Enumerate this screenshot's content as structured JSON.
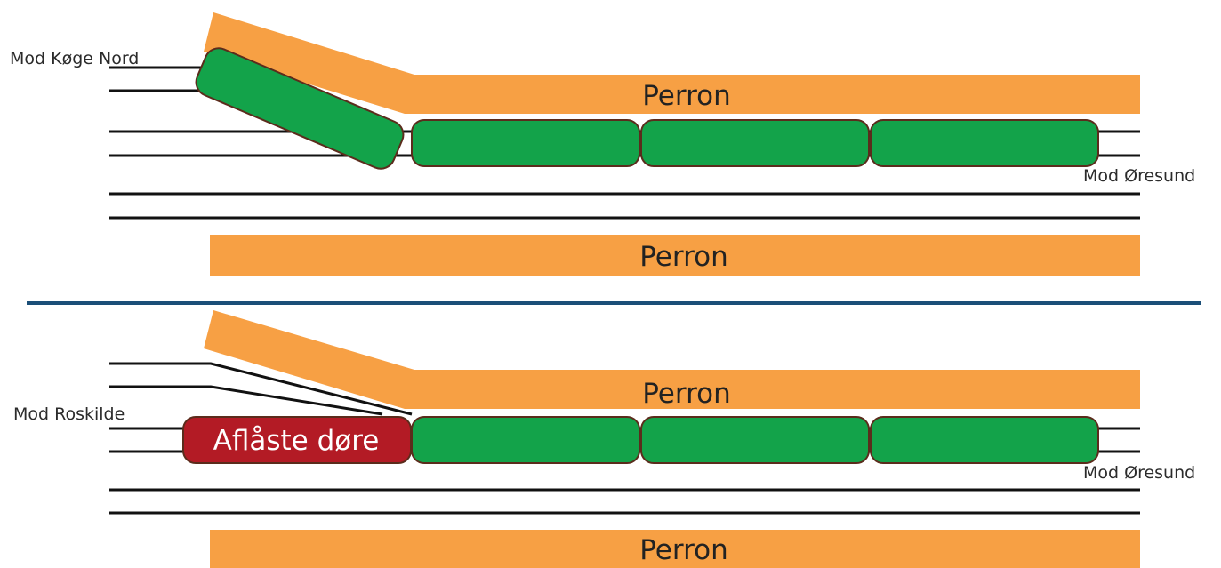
{
  "colors": {
    "platform": "#f7a044",
    "car_ok": "#13a34a",
    "car_locked": "#b31b25",
    "car_outline": "#5b2c1c",
    "track": "#111111",
    "divider": "#1b4f78"
  },
  "top_scene": {
    "label_left": "Mod Køge Nord",
    "label_right": "Mod Øresund",
    "platform_upper_label": "Perron",
    "platform_lower_label": "Perron"
  },
  "bottom_scene": {
    "label_left": "Mod Roskilde",
    "label_right": "Mod Øresund",
    "platform_upper_label": "Perron",
    "platform_lower_label": "Perron",
    "locked_car_label": "Aflåste døre"
  }
}
